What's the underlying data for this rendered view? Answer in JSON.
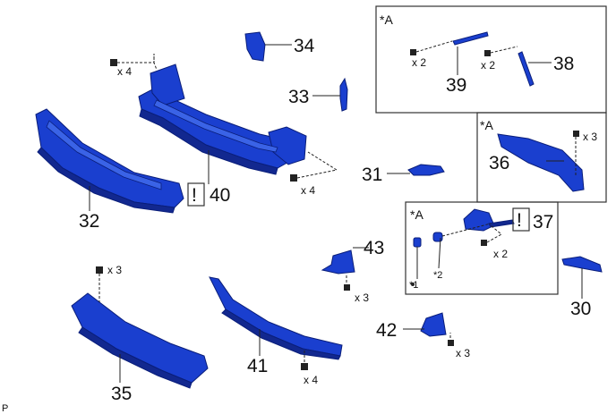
{
  "parts": {
    "p30": "30",
    "p31": "31",
    "p32": "32",
    "p33": "33",
    "p34": "34",
    "p35": "35",
    "p36": "36",
    "p37": "37",
    "p38": "38",
    "p39": "39",
    "p40": "40",
    "p41": "41",
    "p42": "42",
    "p43": "43"
  },
  "quantities": {
    "q_top_left": "x 4",
    "q_40_right": "x 4",
    "q_39": "x 2",
    "q_38": "x 2",
    "q_36": "x 3",
    "q_37": "x 2",
    "q_43": "x 3",
    "q_35": "x 3",
    "q_41": "x 4",
    "q_42": "x 3"
  },
  "variant_tags": {
    "box_39_38": "*A",
    "box_36": "*A",
    "box_37": "*A"
  },
  "notes": {
    "n1": "*1",
    "n2": "*2"
  },
  "caution_marks": {
    "c40": "!",
    "c37": "!"
  },
  "corner_mark": "P",
  "colors": {
    "part_fill": "#1a3fcf",
    "part_dark": "#12288f",
    "line": "#222222"
  }
}
